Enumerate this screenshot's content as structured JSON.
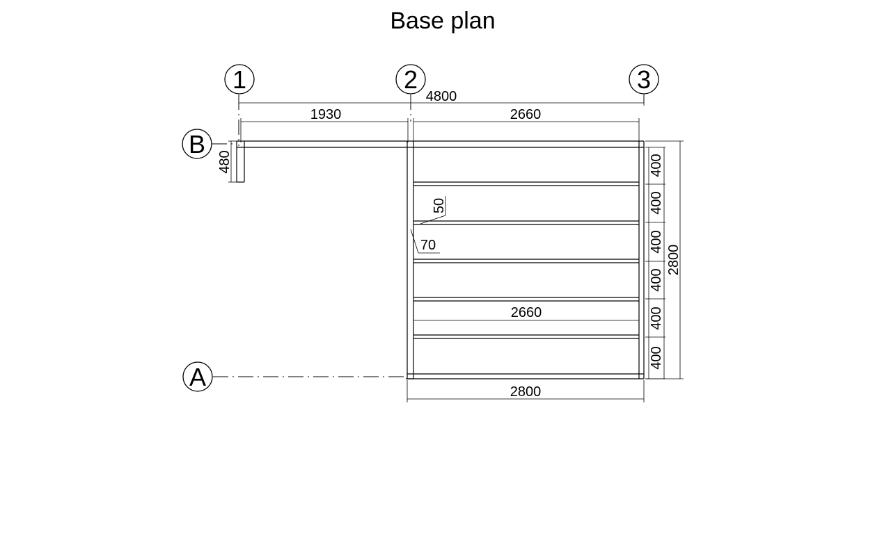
{
  "title": "Base plan",
  "grid_axes": {
    "vertical": [
      "1",
      "2",
      "3"
    ],
    "horizontal": [
      "B",
      "A"
    ]
  },
  "dimensions": {
    "overall_top": "4800",
    "span_1_2": "1930",
    "span_2_3_top": "2660",
    "cantilever_depth": "480",
    "joist_spacing": [
      "400",
      "400",
      "400",
      "400",
      "400",
      "400"
    ],
    "overall_right": "2800",
    "joist_width": "50",
    "beam_offset": "70",
    "span_2_3_mid": "2660",
    "overall_bottom": "2800"
  }
}
